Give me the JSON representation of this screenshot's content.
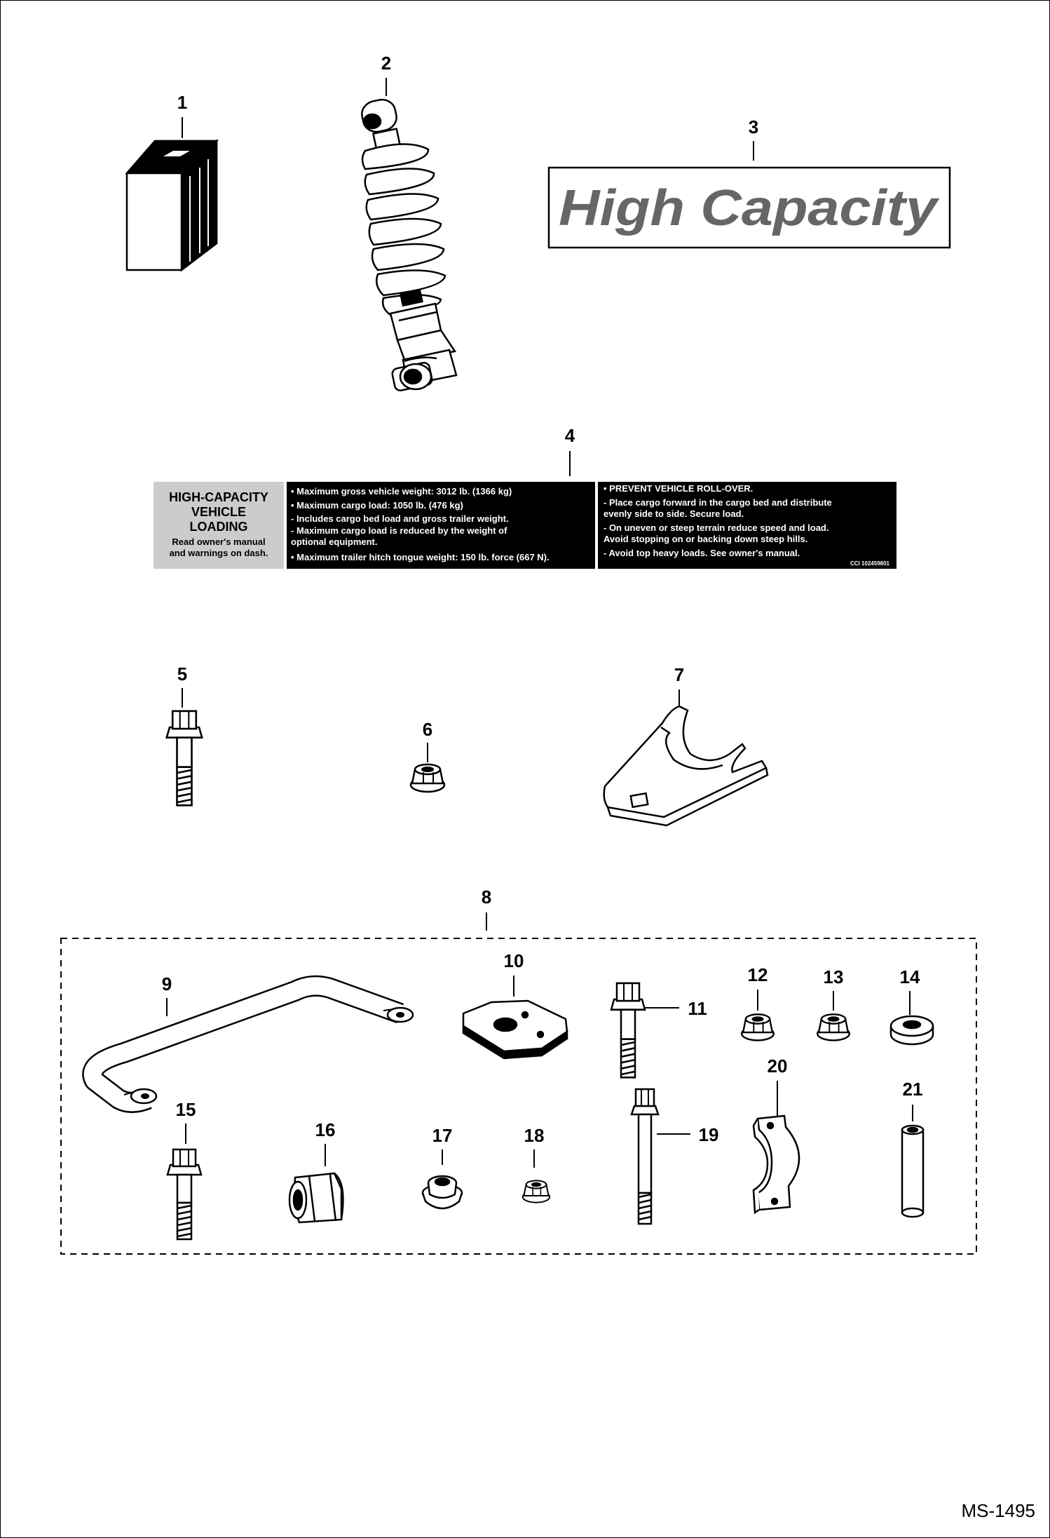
{
  "callouts": [
    "1",
    "2",
    "3",
    "4",
    "5",
    "6",
    "7",
    "8",
    "9",
    "10",
    "11",
    "12",
    "13",
    "14",
    "15",
    "16",
    "17",
    "18",
    "19",
    "20",
    "21"
  ],
  "decal3": {
    "text": "High Capacity"
  },
  "decal4": {
    "title_lines": [
      "HIGH-CAPACITY",
      "VEHICLE",
      "LOADING"
    ],
    "sub_lines": [
      "Read owner's manual",
      "and warnings on dash."
    ],
    "mid_lines": [
      "• Maximum gross vehicle weight: 3012 lb. (1366 kg)",
      "• Maximum cargo load: 1050 lb. (476 kg)",
      "  - Includes cargo bed load and gross trailer weight.",
      "  - Maximum cargo load is reduced by the weight of",
      "    optional equipment.",
      "• Maximum trailer hitch tongue weight: 150 lb. force (667 N)."
    ],
    "right_lines": [
      "• PREVENT VEHICLE ROLL-OVER.",
      "  - Place cargo forward in the cargo bed and distribute",
      "    evenly side to side. Secure load.",
      "  - On uneven or steep terrain reduce speed and load.",
      "    Avoid stopping on or backing down steep hills.",
      "  - Avoid top heavy loads.  See owner's manual."
    ],
    "part_code": "CCI 102459801"
  },
  "drawing_code": "MS-1495",
  "colors": {
    "line": "#000000",
    "decal_gray": "#cccccc",
    "decal_black": "#000000",
    "text_gray": "#666666"
  }
}
